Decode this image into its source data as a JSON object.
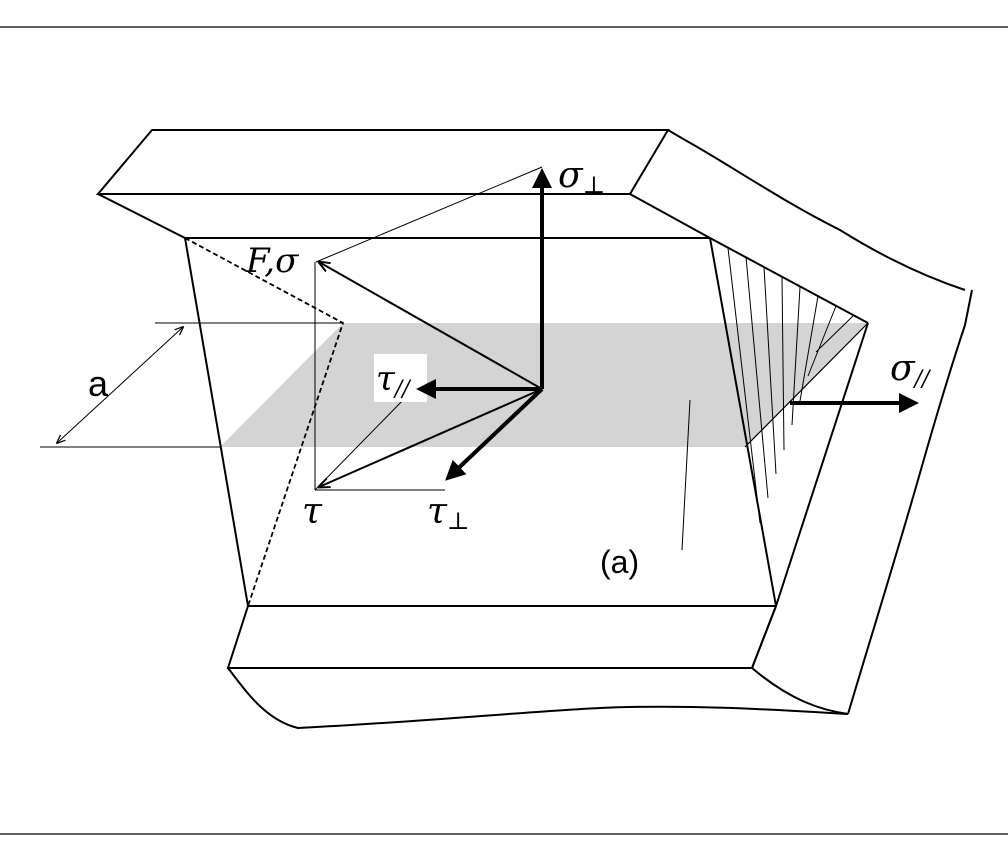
{
  "labels": {
    "sigma_perp": {
      "main": "σ",
      "sub": "⊥"
    },
    "sigma_par": {
      "main": "σ",
      "sub": "//"
    },
    "force": "F,σ",
    "tau_par": {
      "main": "τ",
      "sub": "//"
    },
    "tau": "τ",
    "tau_perp": {
      "main": "τ",
      "sub": "⊥"
    },
    "throat": "a",
    "section": "(a)"
  },
  "colors": {
    "stroke": "#000000",
    "plane_fill": "#d4d4d4",
    "background": "#ffffff"
  }
}
